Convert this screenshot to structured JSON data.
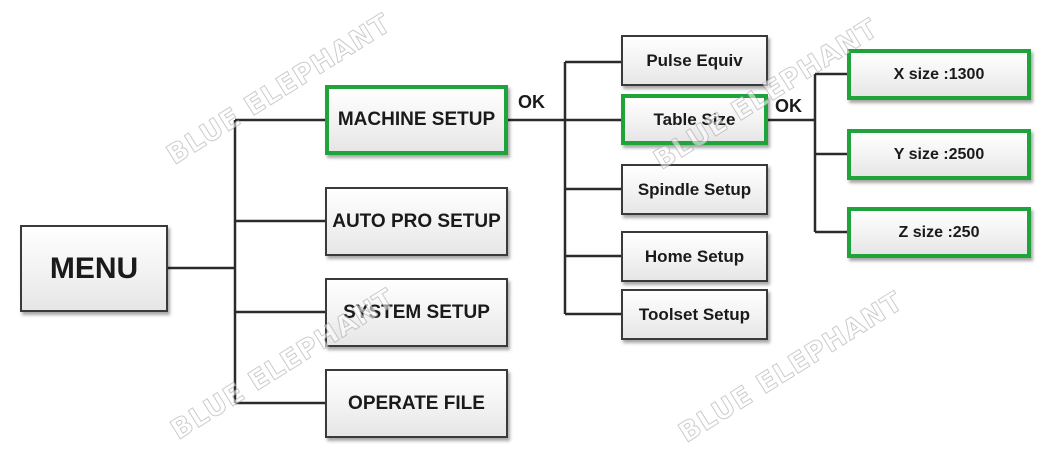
{
  "menu": {
    "label": "MENU"
  },
  "level1": [
    {
      "label": "MACHINE SETUP"
    },
    {
      "label": "AUTO PRO SETUP"
    },
    {
      "label": "SYSTEM SETUP"
    },
    {
      "label": "OPERATE FILE"
    }
  ],
  "ok_labels": [
    "OK",
    "OK"
  ],
  "level2": [
    {
      "label": "Pulse Equiv"
    },
    {
      "label": "Table Size"
    },
    {
      "label": "Spindle Setup"
    },
    {
      "label": "Home Setup"
    },
    {
      "label": "Toolset Setup"
    }
  ],
  "level3": [
    {
      "label": "X size :1300"
    },
    {
      "label": "Y size :2500"
    },
    {
      "label": "Z size :250"
    }
  ],
  "watermark": "BLUE ELEPHANT",
  "colors": {
    "highlight": "#1fa33a",
    "border": "#3a3a3a",
    "line": "#2b2b2b"
  }
}
